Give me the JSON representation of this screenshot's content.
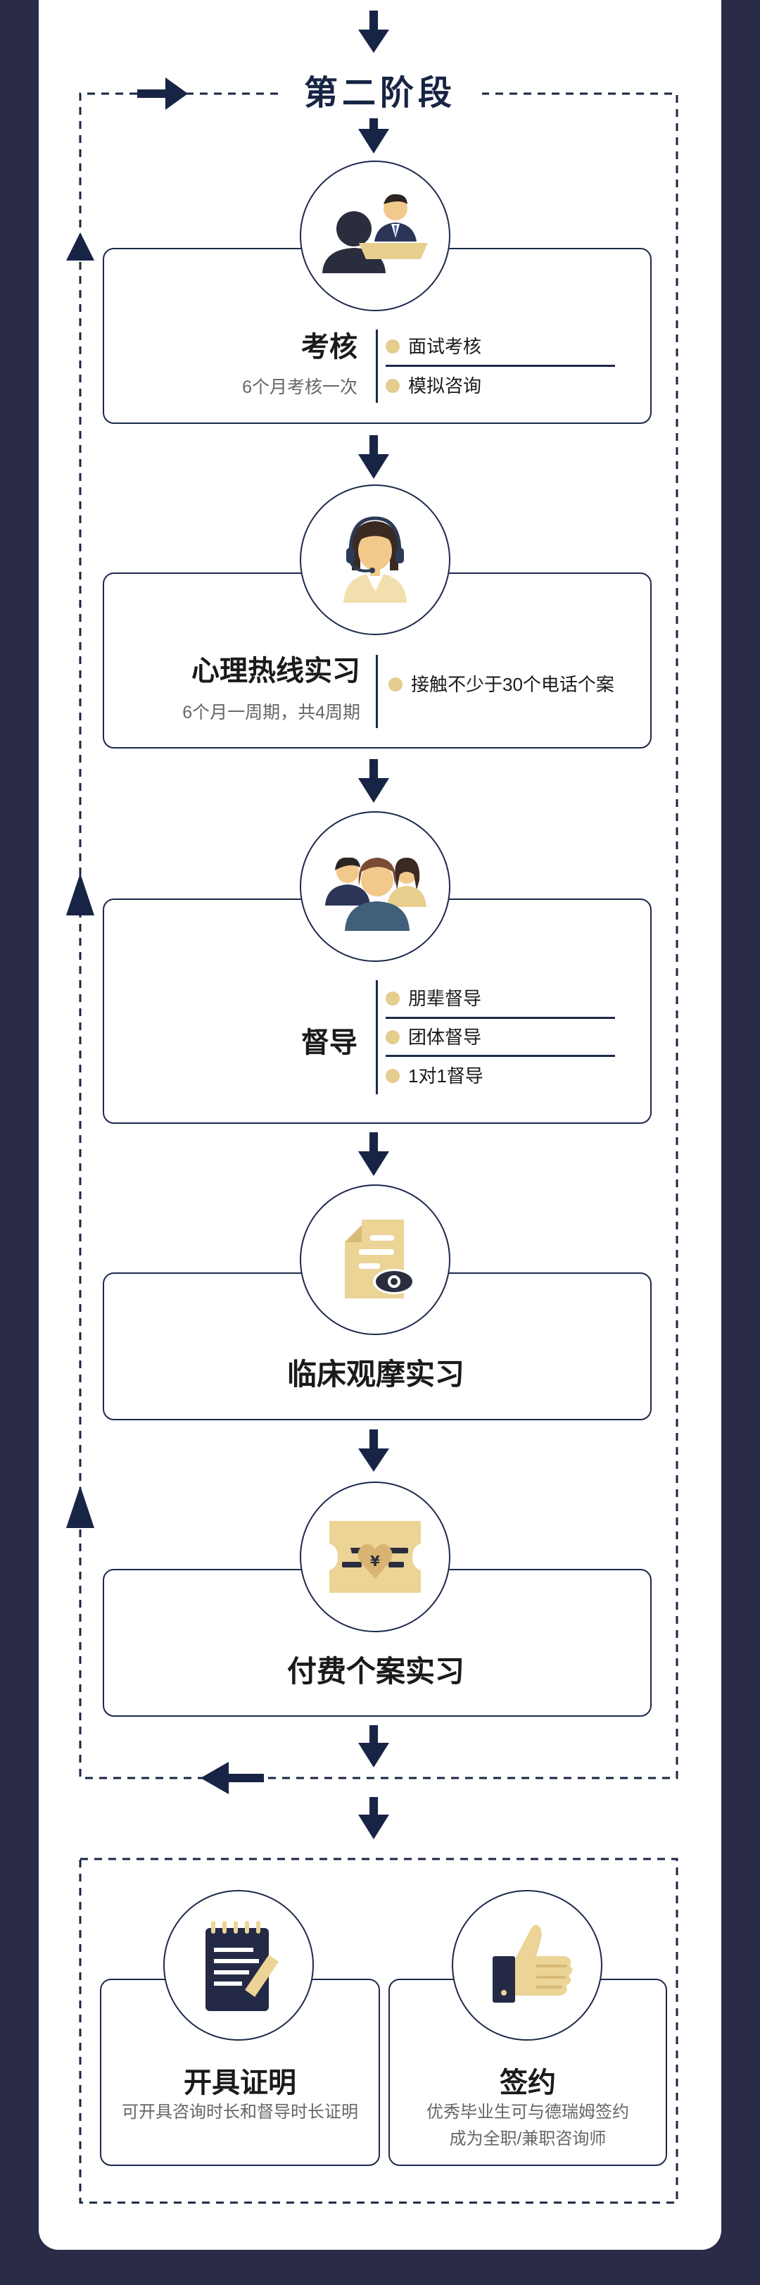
{
  "stage": {
    "title": "第二阶段"
  },
  "steps": {
    "assessment": {
      "title": "考核",
      "subtitle": "6个月考核一次",
      "items": [
        "面试考核",
        "模拟咨询"
      ]
    },
    "hotline": {
      "title": "心理热线实习",
      "subtitle": "6个月一周期，共4周期",
      "items": [
        "接触不少于30个电话个案"
      ]
    },
    "supervision": {
      "title": "督导",
      "items": [
        "朋辈督导",
        "团体督导",
        "1对1督导"
      ]
    },
    "clinical": {
      "title": "临床观摩实习"
    },
    "paid": {
      "title": "付费个案实习"
    }
  },
  "final": {
    "certificate": {
      "title": "开具证明",
      "desc": "可开具咨询时长和督导时长证明"
    },
    "contract": {
      "title": "签约",
      "desc_line1": "优秀毕业生可与德瑞姆签约",
      "desc_line2": "成为全职/兼职咨询师"
    }
  },
  "colors": {
    "navy": "#182445",
    "background": "#2a2b47",
    "gold": "#e5cc8f"
  }
}
